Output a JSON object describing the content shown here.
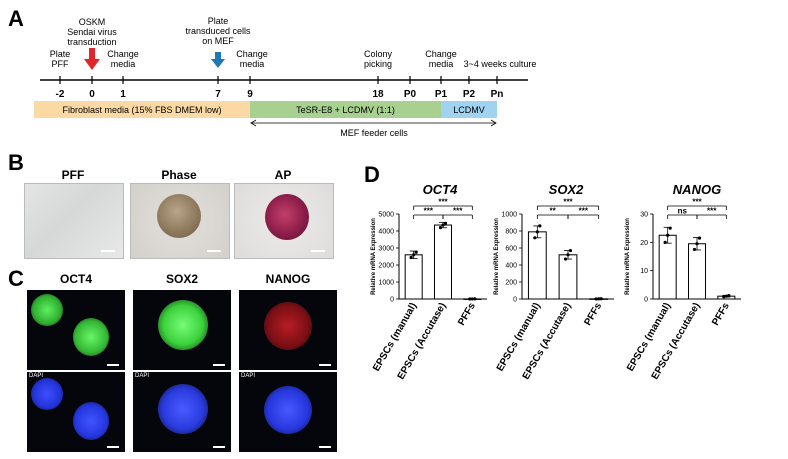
{
  "panels": {
    "a": "A",
    "b": "B",
    "c": "C",
    "d": "D"
  },
  "timeline": {
    "top_labels": [
      {
        "id": "plate-pff",
        "lines": [
          "Plate",
          "PFF"
        ]
      },
      {
        "id": "oskm",
        "lines": [
          "OSKM",
          "Sendai virus",
          "transduction"
        ]
      },
      {
        "id": "change-1",
        "lines": [
          "Change",
          "media"
        ]
      },
      {
        "id": "plate-mef",
        "lines": [
          "Plate",
          "transduced cells",
          "on MEF"
        ]
      },
      {
        "id": "change-9",
        "lines": [
          "Change",
          "media"
        ]
      },
      {
        "id": "colony",
        "lines": [
          "Colony",
          "picking"
        ]
      },
      {
        "id": "change-p1",
        "lines": [
          "Change",
          "media"
        ]
      },
      {
        "id": "culture",
        "lines": [
          "3~4 weeks culture"
        ]
      }
    ],
    "ticks": [
      "-2",
      "0",
      "1",
      "7",
      "9",
      "18",
      "P0",
      "P1",
      "P2",
      "Pn"
    ],
    "media": [
      {
        "label": "Fibroblast media (15% FBS DMEM low)",
        "color": "#fbd9a4"
      },
      {
        "label": "TeSR-E8 + LCDMV (1:1)",
        "color": "#a8d191"
      },
      {
        "label": "LCDMV",
        "color": "#9fd3f0"
      }
    ],
    "mef_label": "MEF feeder cells",
    "arrow_colors": {
      "red": "#e0252b",
      "blue": "#1f78b4"
    }
  },
  "panel_b": {
    "labels": [
      "PFF",
      "Phase",
      "AP"
    ]
  },
  "panel_c": {
    "labels": [
      "OCT4",
      "SOX2",
      "NANOG"
    ],
    "dapi": "DAPI",
    "colors": {
      "oct4": "#3ad13a",
      "sox2": "#3fd63f",
      "nanog": "#a0141a",
      "dapi": "#2638ff"
    }
  },
  "chart_data": [
    {
      "type": "bar",
      "title": "OCT4",
      "ylabel": "Relative mRNA Expression",
      "categories": [
        "EPSCs (manual)",
        "EPSCs (Accutase)",
        "PFFs"
      ],
      "values": [
        2600,
        4350,
        5
      ],
      "error": [
        220,
        160,
        2
      ],
      "points": [
        [
          2450,
          2600,
          2750
        ],
        [
          4200,
          4350,
          4450
        ],
        [
          3,
          5,
          7
        ]
      ],
      "ylim": [
        0,
        5000
      ],
      "yticks": [
        "0",
        "1000",
        "2000",
        "3000",
        "4000",
        "5000"
      ],
      "significance": [
        {
          "pair": [
            0,
            2
          ],
          "label": "***"
        },
        {
          "pair": [
            0,
            1
          ],
          "label": "***"
        },
        {
          "pair": [
            1,
            2
          ],
          "label": "***"
        }
      ]
    },
    {
      "type": "bar",
      "title": "SOX2",
      "ylabel": "Relative mRNA Expression",
      "categories": [
        "EPSCs (manual)",
        "EPSCs (Accutase)",
        "PFFs"
      ],
      "values": [
        790,
        520,
        2
      ],
      "error": [
        70,
        50,
        1
      ],
      "points": [
        [
          720,
          790,
          860
        ],
        [
          470,
          520,
          570
        ],
        [
          1,
          2,
          3
        ]
      ],
      "ylim": [
        0,
        1000
      ],
      "yticks": [
        "0",
        "200",
        "400",
        "600",
        "800",
        "1000"
      ],
      "significance": [
        {
          "pair": [
            0,
            2
          ],
          "label": "***"
        },
        {
          "pair": [
            0,
            1
          ],
          "label": "**"
        },
        {
          "pair": [
            1,
            2
          ],
          "label": "***"
        }
      ]
    },
    {
      "type": "bar",
      "title": "NANOG",
      "ylabel": "Relative mRNA Expression",
      "categories": [
        "EPSCs (manual)",
        "EPSCs (Accutase)",
        "PFFs"
      ],
      "values": [
        22.5,
        19.5,
        1
      ],
      "error": [
        2.8,
        2.2,
        0.3
      ],
      "points": [
        [
          20,
          22.5,
          25
        ],
        [
          17.5,
          19.5,
          21.5
        ],
        [
          0.8,
          1,
          1.2
        ]
      ],
      "ylim": [
        0,
        30
      ],
      "yticks": [
        "0",
        "10",
        "20",
        "30"
      ],
      "significance": [
        {
          "pair": [
            0,
            2
          ],
          "label": "***"
        },
        {
          "pair": [
            0,
            1
          ],
          "label": "ns"
        },
        {
          "pair": [
            1,
            2
          ],
          "label": "***"
        }
      ]
    }
  ]
}
